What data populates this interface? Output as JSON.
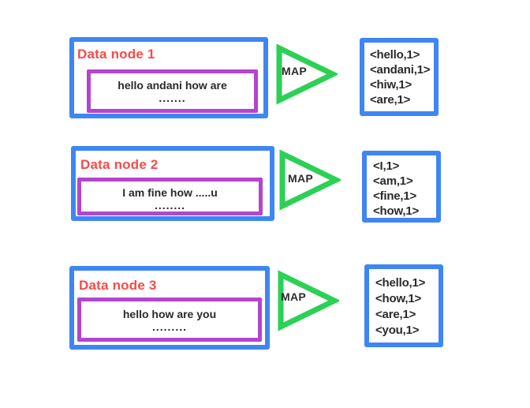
{
  "diagram": {
    "colors": {
      "node_border": "#3e86f4",
      "input_border": "#b445ce",
      "arrow": "#2bd155",
      "node_label": "#fa4a4a",
      "text": "#2a2a2a"
    },
    "rows": [
      {
        "node_label": "Data node 1",
        "input_line1": "hello andani how are",
        "input_dots": ".......",
        "arrow_label": "MAP",
        "outputs": [
          "<hello,1>",
          "<andani,1>",
          "<hiw,1>",
          "<are,1>"
        ]
      },
      {
        "node_label": "Data node 2",
        "input_line1": "I am fine how .....u",
        "input_dots": "........",
        "arrow_label": "MAP",
        "outputs": [
          "<I,1>",
          "<am,1>",
          "<fine,1>",
          "<how,1>"
        ]
      },
      {
        "node_label": "Data node 3",
        "input_line1": "hello how are you",
        "input_dots": ".........",
        "arrow_label": "MAP",
        "outputs": [
          "<hello,1>",
          "<how,1>",
          "<are,1>",
          "<you,1>"
        ]
      }
    ]
  }
}
